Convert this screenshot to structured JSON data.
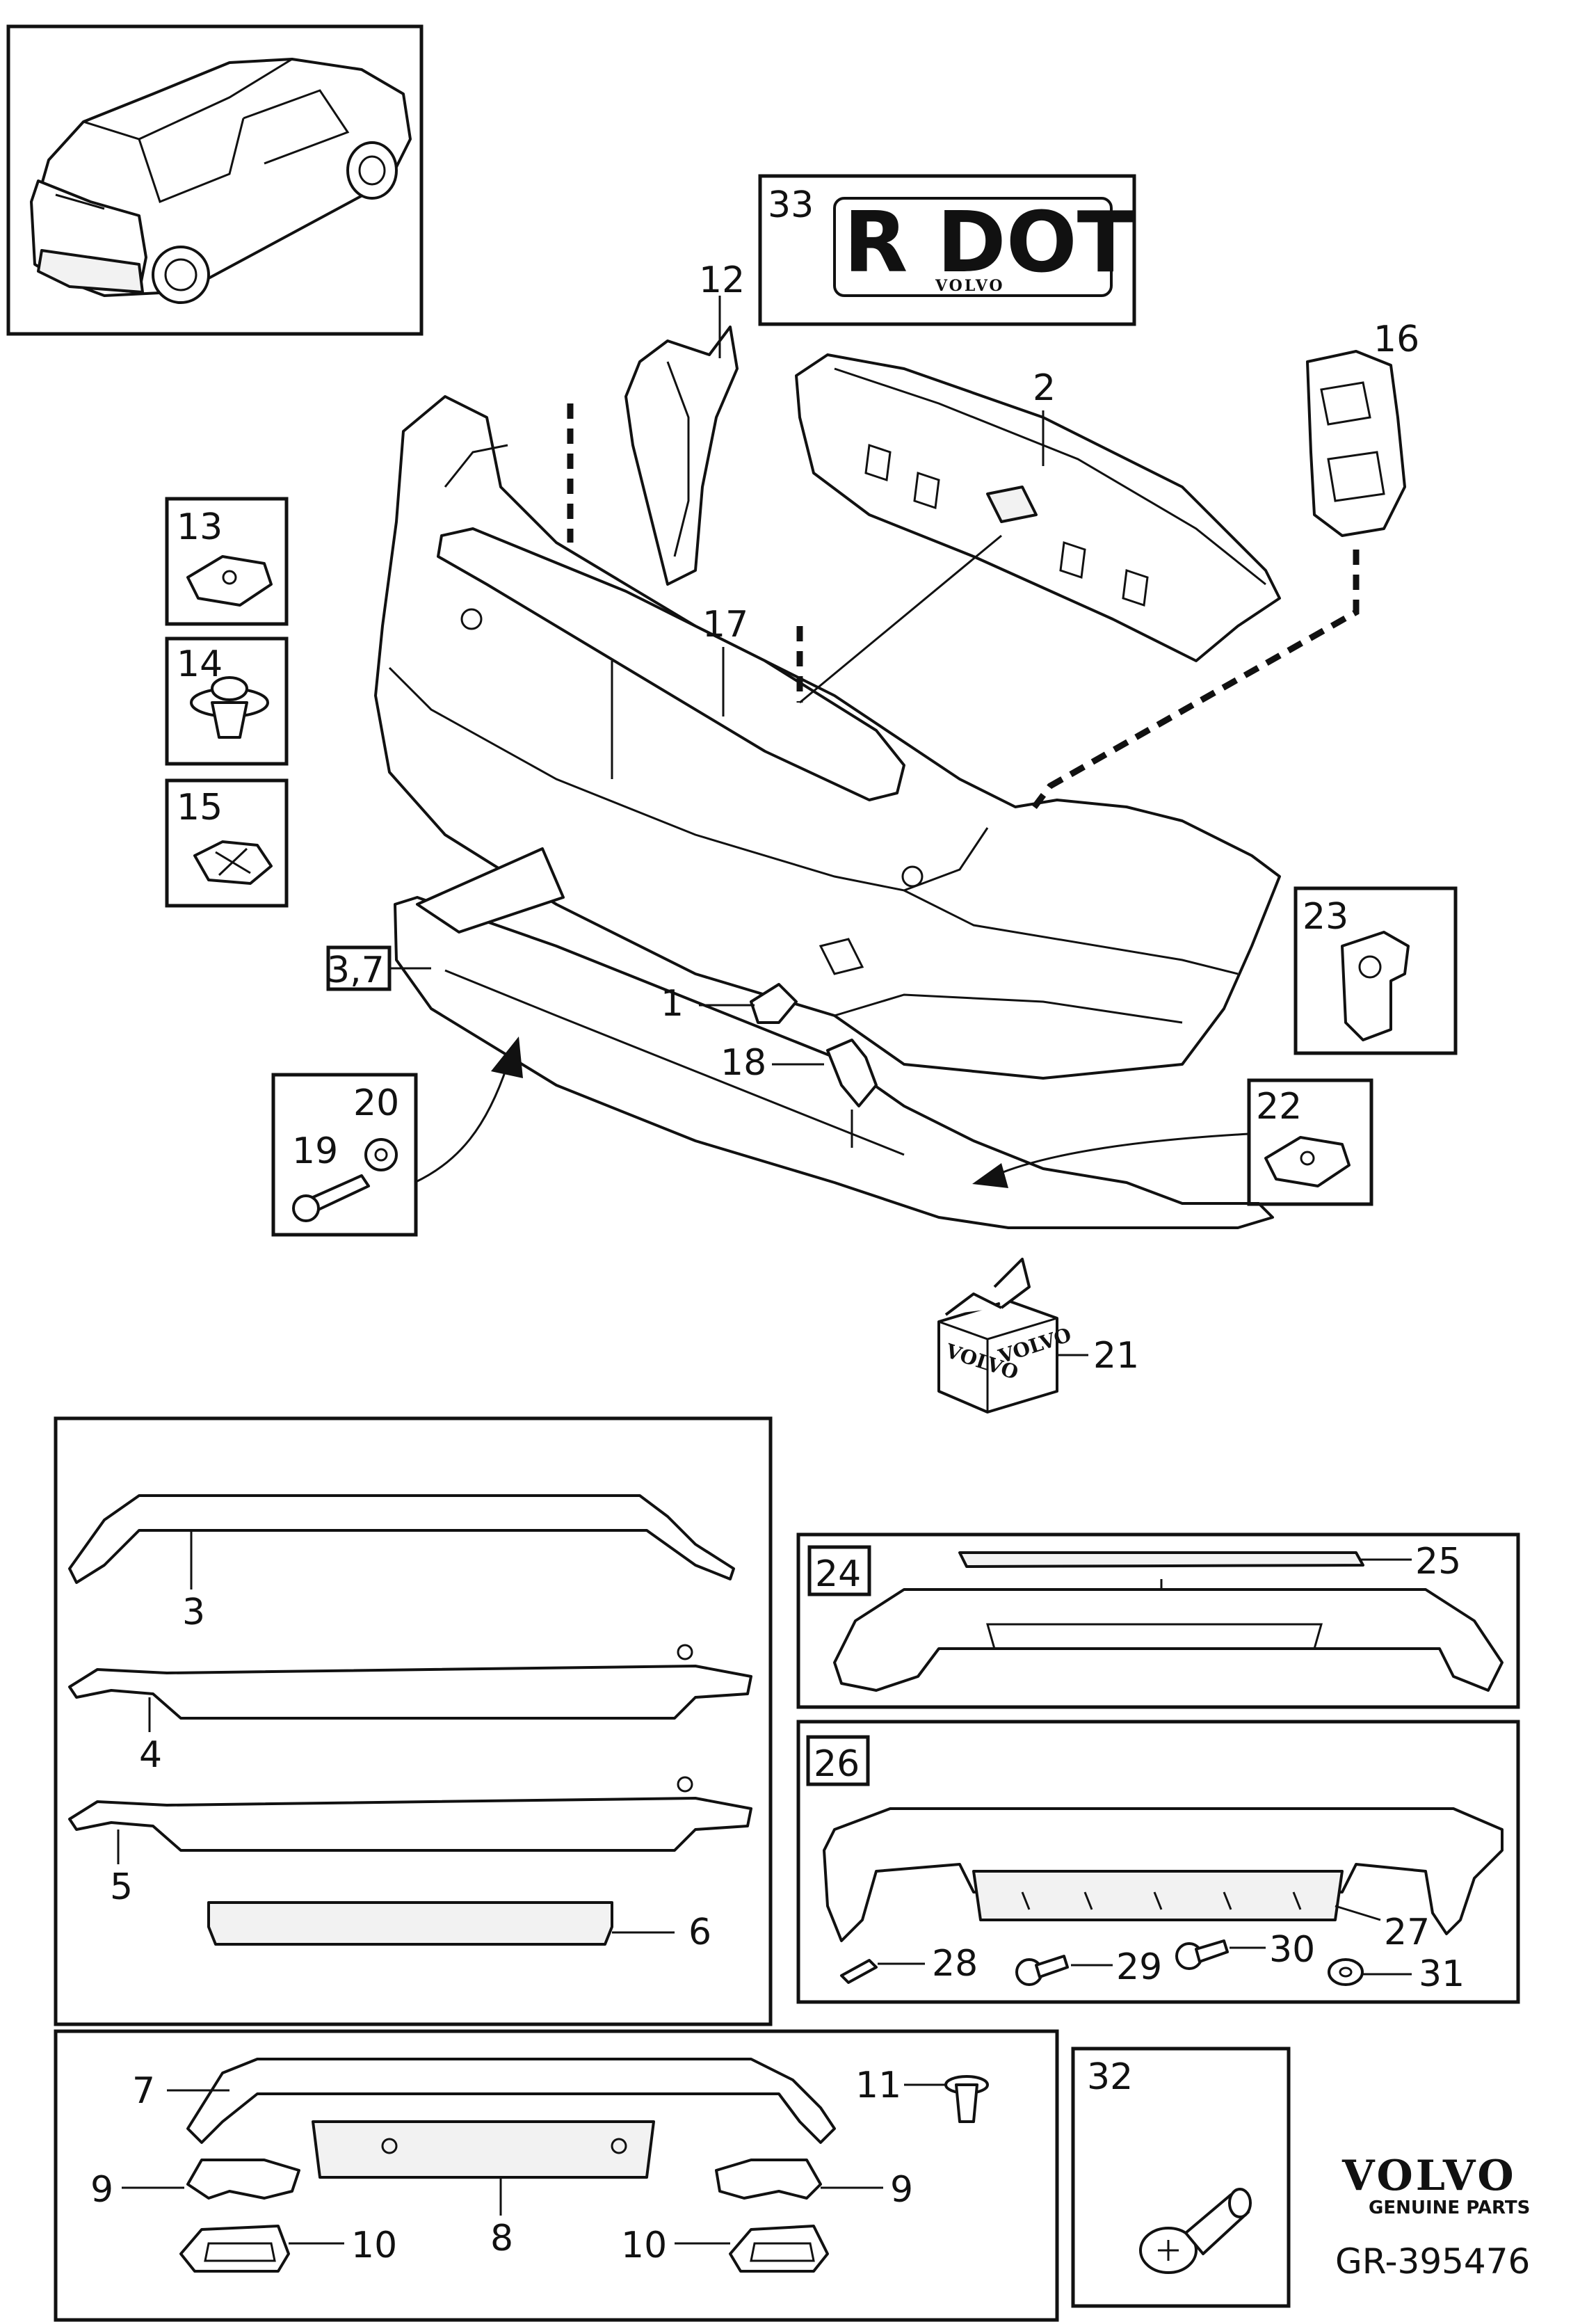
{
  "figure": {
    "code": "GR-395476",
    "brand": "VOLVO",
    "brand_subtitle": "GENUINE PARTS"
  },
  "plate": {
    "text": "R DOT",
    "subtext": "VOLVO"
  },
  "packaging_label": "VOLVO",
  "callouts": {
    "c1": "1",
    "c2": "2",
    "c3_7": "3,7",
    "c3": "3",
    "c4": "4",
    "c5": "5",
    "c6": "6",
    "c7": "7",
    "c8": "8",
    "c9a": "9",
    "c9b": "9",
    "c10a": "10",
    "c10b": "10",
    "c11": "11",
    "c12": "12",
    "c13": "13",
    "c14": "14",
    "c15": "15",
    "c16": "16",
    "c17": "17",
    "c18": "18",
    "c19": "19",
    "c20": "20",
    "c21": "21",
    "c22": "22",
    "c23": "23",
    "c24": "24",
    "c25": "25",
    "c26": "26",
    "c27": "27",
    "c28": "28",
    "c29": "29",
    "c30": "30",
    "c31": "31",
    "c32": "32",
    "c33": "33"
  }
}
